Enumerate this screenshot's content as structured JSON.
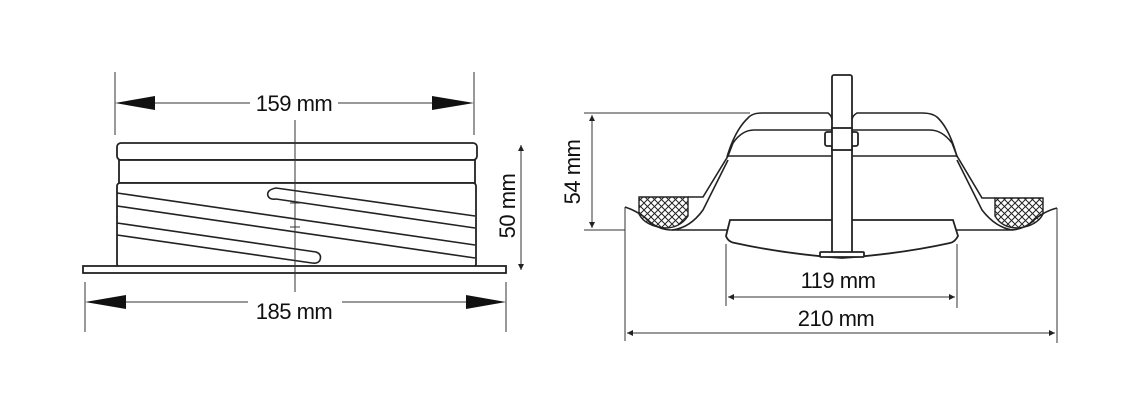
{
  "side_view": {
    "top_width_label": "159 mm",
    "flange_width_label": "185 mm",
    "height_label": "50 mm"
  },
  "section_view": {
    "height_label": "54 mm",
    "inner_width_label": "119 mm",
    "outer_width_label": "210 mm"
  }
}
